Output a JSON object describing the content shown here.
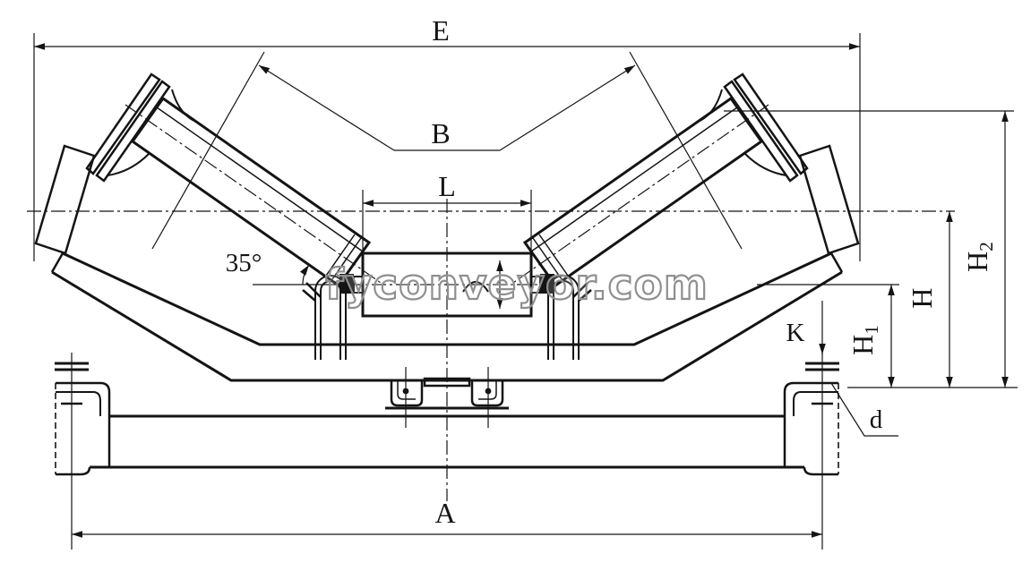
{
  "drawing": {
    "watermark": "fyconveyor.com",
    "labels": {
      "e": "E",
      "b": "B",
      "l": "L",
      "a": "A",
      "k": "K",
      "d": "d",
      "angle": "35°",
      "h": "H",
      "h_base1": "H",
      "h1_sub": "1",
      "h_base2": "H",
      "h2_sub": "2"
    },
    "colors": {
      "background": "#ffffff",
      "line": "#141414",
      "watermark": "#8f8f8f"
    }
  }
}
